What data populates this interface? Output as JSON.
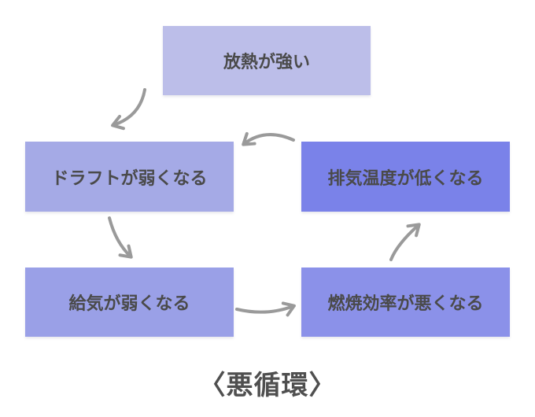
{
  "diagram": {
    "title": "〈悪循環〉",
    "background_color": "#ffffff",
    "text_color": "#4a4a4a",
    "title_color": "#4f4f4f",
    "arrow_color": "#9a9a9a",
    "nodes": [
      {
        "id": "heat-strong",
        "label": "放熱が強い",
        "color": "#bcbee9"
      },
      {
        "id": "draft-weakens",
        "label": "ドラフトが弱くなる",
        "color": "#a5aae6"
      },
      {
        "id": "air-supply-weakens",
        "label": "給気が弱くなる",
        "color": "#9aa0e7"
      },
      {
        "id": "combustion-efficiency-worsens",
        "label": "燃焼効率が悪くなる",
        "color": "#8b91e9"
      },
      {
        "id": "exhaust-temp-drops",
        "label": "排気温度が低くなる",
        "color": "#7a82e9"
      }
    ],
    "edges": [
      {
        "from": "heat-strong",
        "to": "draft-weakens"
      },
      {
        "from": "draft-weakens",
        "to": "air-supply-weakens"
      },
      {
        "from": "air-supply-weakens",
        "to": "combustion-efficiency-worsens"
      },
      {
        "from": "combustion-efficiency-worsens",
        "to": "exhaust-temp-drops"
      },
      {
        "from": "exhaust-temp-drops",
        "to": "draft-weakens"
      }
    ]
  }
}
